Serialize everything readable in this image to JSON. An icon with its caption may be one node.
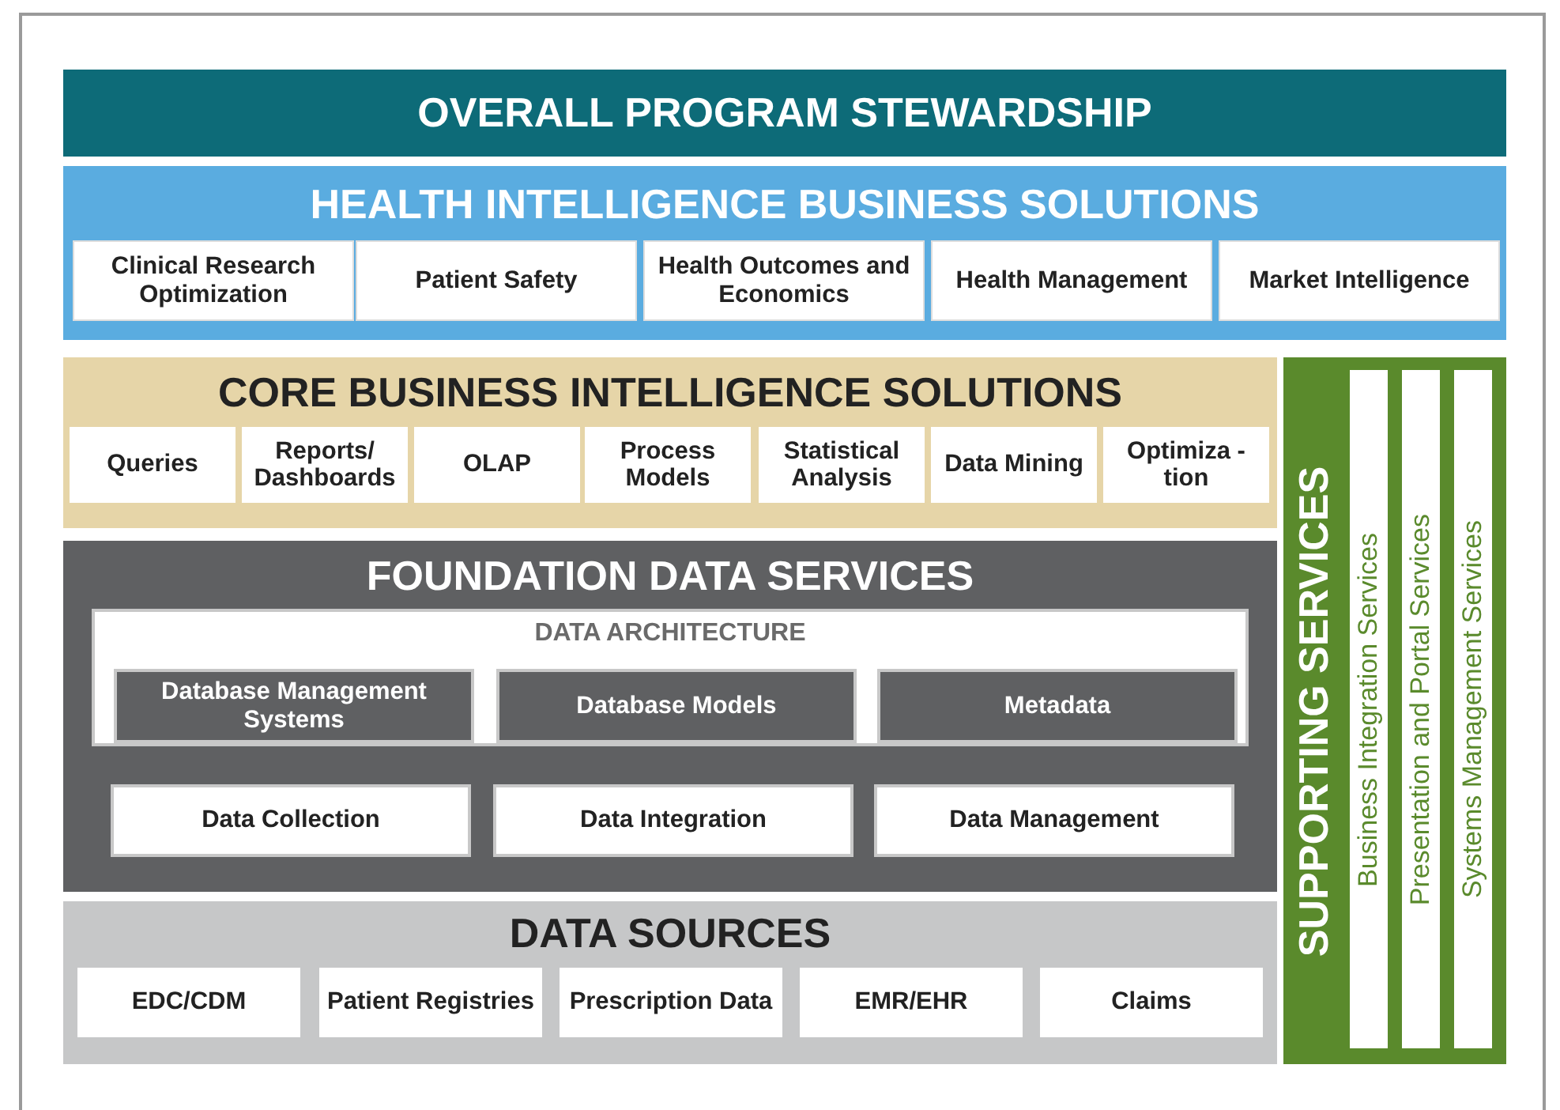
{
  "diagram": {
    "nodes": [
      {
        "text": [
          "OVERALL PROGRAM STEWARDSHIP"
        ]
      },
      {
        "text": [
          "HEALTH INTELLIGENCE BUSINESS SOLUTIONS"
        ]
      },
      {
        "text": [
          "Clinical Research Optimization"
        ],
        "in": 1
      },
      {
        "text": [
          "Patient Safety"
        ],
        "in": 1
      },
      {
        "text": [
          "Health Outcomes and Economics"
        ],
        "in": 1
      },
      {
        "text": [
          "Health Management"
        ],
        "in": 1
      },
      {
        "text": [
          "Market Intelligence"
        ],
        "in": 1
      },
      {
        "text": [
          "CORE BUSINESS INTELLIGENCE SOLUTIONS"
        ]
      },
      {
        "text": [
          "Queries"
        ],
        "in": 7
      },
      {
        "text": [
          "Reports/ Dashboards"
        ],
        "in": 7
      },
      {
        "text": [
          "OLAP"
        ],
        "in": 7
      },
      {
        "text": [
          "Process Models"
        ],
        "in": 7
      },
      {
        "text": [
          "Statistical Analysis"
        ],
        "in": 7
      },
      {
        "text": [
          "Data Mining"
        ],
        "in": 7
      },
      {
        "text": [
          "Optimiza -tion"
        ],
        "in": 7
      },
      {
        "text": [
          "FOUNDATION DATA SERVICES"
        ]
      },
      {
        "text": [
          "DATA ARCHITECTURE"
        ],
        "in": 15
      },
      {
        "text": [
          "Database Management Systems"
        ],
        "in": 16
      },
      {
        "text": [
          "Database Models"
        ],
        "in": 16
      },
      {
        "text": [
          "Metadata"
        ],
        "in": 16
      },
      {
        "text": [
          "Data Collection"
        ],
        "in": 15
      },
      {
        "text": [
          "Data Integration"
        ],
        "in": 15
      },
      {
        "text": [
          "Data Management"
        ],
        "in": 15
      },
      {
        "text": [
          "DATA SOURCES"
        ]
      },
      {
        "text": [
          "EDC/CDM"
        ],
        "in": 23
      },
      {
        "text": [
          "Patient Registries"
        ],
        "in": 23
      },
      {
        "text": [
          "Prescription Data"
        ],
        "in": 23
      },
      {
        "text": [
          "EMR/EHR"
        ],
        "in": 23
      },
      {
        "text": [
          "Claims"
        ],
        "in": 23
      },
      {
        "text": [
          "SUPPORTING SERVICES"
        ]
      },
      {
        "text": [
          "Business Integration Services"
        ],
        "in": 29
      },
      {
        "text": [
          "Presentation and Portal Services"
        ],
        "in": 29
      },
      {
        "text": [
          "Systems Management Services"
        ],
        "in": 29
      }
    ]
  }
}
